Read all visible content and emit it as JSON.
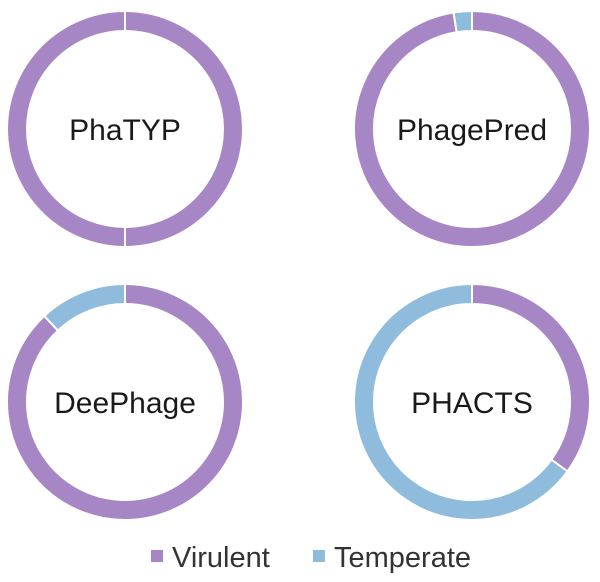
{
  "chart_data": {
    "type": "pie",
    "variant": "donut",
    "categories": [
      "Virulent",
      "Temperate"
    ],
    "colors": {
      "Virulent": "#A686C4",
      "Temperate": "#8FBCDD"
    },
    "legend": {
      "position": "bottom",
      "entries": [
        "Virulent",
        "Temperate"
      ]
    },
    "charts": [
      {
        "title": "PhaTYP",
        "values": [
          100,
          0
        ]
      },
      {
        "title": "PhagePred",
        "values": [
          97.5,
          2.5
        ]
      },
      {
        "title": "DeePhage",
        "values": [
          88,
          12
        ]
      },
      {
        "title": "PHACTS",
        "values": [
          35,
          65
        ]
      }
    ]
  }
}
